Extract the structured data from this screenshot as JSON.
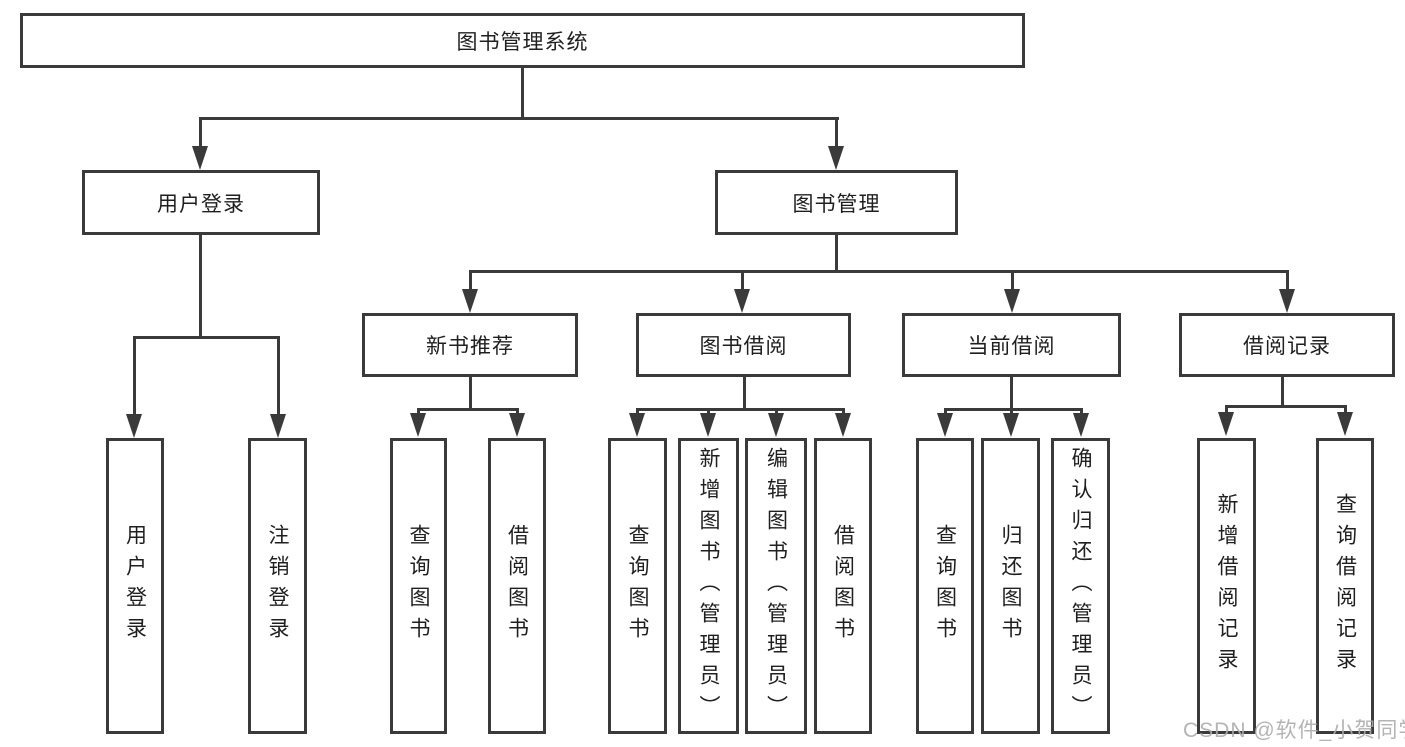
{
  "tree": {
    "root": {
      "label": "图书管理系统",
      "children": [
        {
          "label": "用户登录",
          "children": [
            {
              "label": "用户登录"
            },
            {
              "label": "注销登录"
            }
          ]
        },
        {
          "label": "图书管理",
          "children": [
            {
              "label": "新书推荐",
              "children": [
                {
                  "label": "查询图书"
                },
                {
                  "label": "借阅图书"
                }
              ]
            },
            {
              "label": "图书借阅",
              "children": [
                {
                  "label": "查询图书"
                },
                {
                  "label": "新增图书（管理员）"
                },
                {
                  "label": "编辑图书（管理员）"
                },
                {
                  "label": "借阅图书"
                }
              ]
            },
            {
              "label": "当前借阅",
              "children": [
                {
                  "label": "查询图书"
                },
                {
                  "label": "归还图书"
                },
                {
                  "label": "确认归还（管理员）"
                }
              ]
            },
            {
              "label": "借阅记录",
              "children": [
                {
                  "label": "新增借阅记录"
                },
                {
                  "label": "查询借阅记录"
                }
              ]
            }
          ]
        }
      ]
    }
  },
  "watermark": {
    "text": "CSDN @软件_小贺同学"
  },
  "colors": {
    "line": "#3a3a3a",
    "text": "#1f1f1f",
    "watermark": "#acacac",
    "background": "#ffffff"
  }
}
